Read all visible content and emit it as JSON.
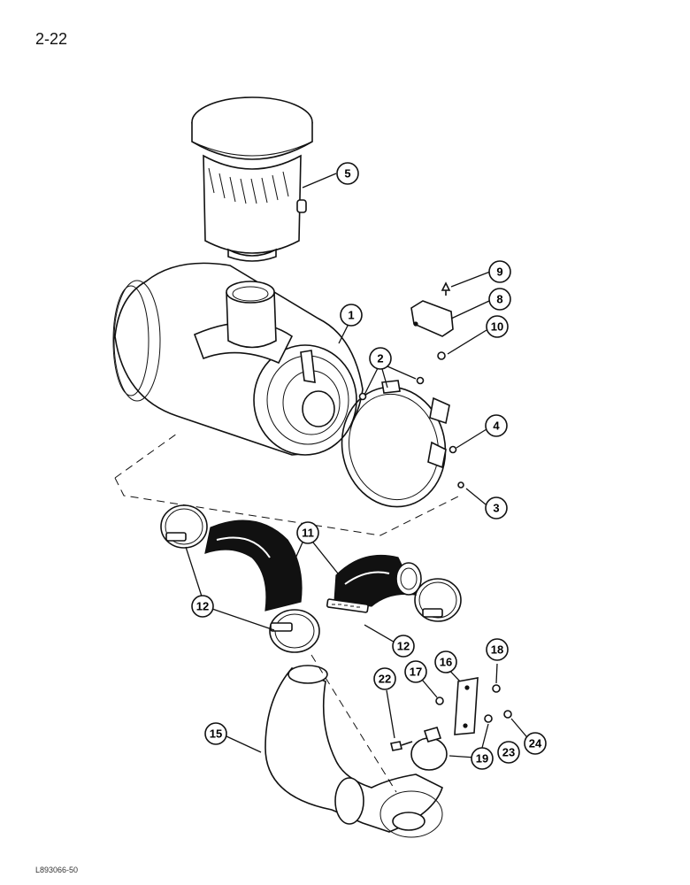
{
  "page": {
    "page_number": "2-22",
    "drawing_code": "L893066-50"
  },
  "callouts": [
    "1",
    "2",
    "3",
    "4",
    "5",
    "8",
    "9",
    "10",
    "11",
    "12",
    "12",
    "15",
    "16",
    "17",
    "18",
    "19",
    "22",
    "23",
    "24"
  ]
}
